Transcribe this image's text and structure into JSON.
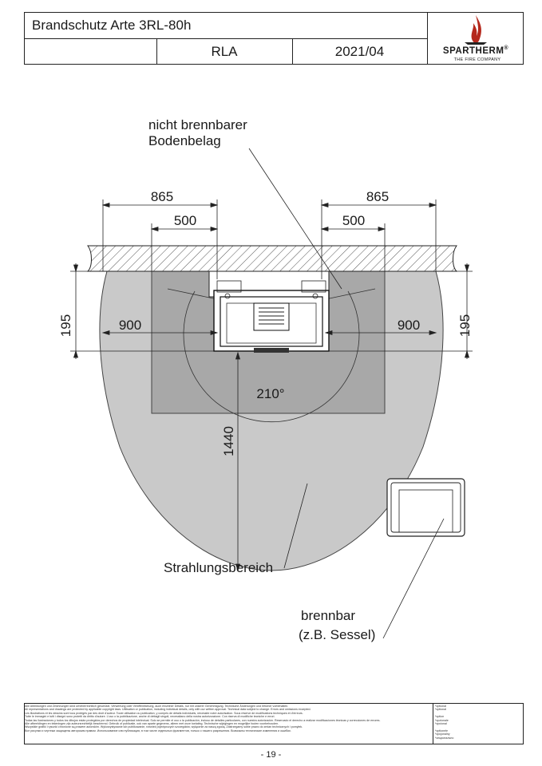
{
  "header": {
    "title": "Brandschutz Arte 3RL-80h",
    "model": "RLA",
    "date": "2021/04",
    "brand": "SPARTHERM",
    "brand_mark": "®",
    "tagline": "THE FIRE COMPANY",
    "colors": {
      "flame": "#b5281c",
      "frame": "#222222"
    }
  },
  "drawing": {
    "labels": {
      "floor_covering_line1": "nicht brennbarer",
      "floor_covering_line2": "Bodenbelag",
      "radiation_zone": "Strahlungsbereich",
      "combustible_line1": "brennbar",
      "combustible_line2": "(z.B. Sessel)",
      "angle": "210°"
    },
    "dimensions": {
      "left_outer": "865",
      "left_inner": "500",
      "right_outer": "865",
      "right_inner": "500",
      "left_side": "900",
      "right_side": "900",
      "left_depth": "195",
      "right_depth": "195",
      "front": "1440"
    },
    "colors": {
      "radiation": "#c9c9c9",
      "floor_plate": "#a8a8a8",
      "wall_hatch": "#555555"
    }
  },
  "footer": {
    "legal_lines": [
      "Alle Abbildungen und Zeichnungen sind urheberrechtlich geschützt. Verwertung oder Veröffentlichung, auch einzelner Details, nur mit unserer Genehmigung. Technische Änderungen und Irrtümer vorbehalten.",
      "All representations and drawings are protected by applicable copyright laws. Utilisation or publication, including individual details, only with our written approval. Technical data subject to change. Errors and omissions excepted.",
      "Les illustrations et les dessins sont tous protégés par des droit d'auteur. Toute utilisation ou publication, y compris de détails individuels, nécessite notre autorisation. Sous réserve de modifications techniques et d'erreurs.",
      "Tutte le immagini e tutti i disegni sono protetti da diritto d'autore. L'uso o la pubblicazione, anche di dettagli singoli, necessitano della nostra autorizzazione. Con riserva di modifiche tecniche e errori.",
      "Todas las ilustraciones y todos los dibujos están protegidos por derechos de propiedad intelectual. Solo se permite el uso o la publicación, incluso de detalles particulares, con nuestra autorización. Reservado el derecho a realizar modificaciones técnicas y correcciones de errores.",
      "Alle afbeeldingen en tekeningen zijn auteursrechtelijk beschermd. Gebruik of publicatie, ook van aparte gegevens, alleen met onze toelating. Technische wijzigingen en mogelijke fouten voorbehouden.",
      "Wszystkie grafiki i rysunki chronione są prawem autorskim. Wykorzystywanie lub publikowanie, również pojedynczych szczegółów, wyłącznie za naszą zgodą. Zastrzegamy sobie prawo do zmian technicznych i pomyłek.",
      "Все рисунки и чертежи защищены авторским правом. Использование или публикация, в том числе отдельных фрагментов, только с нашего разрешения. Возможны технические изменения и ошибки."
    ],
    "optional_lines": [
      "*optional",
      "*optional",
      "",
      "*option",
      "*opzionale",
      "*opcional",
      "",
      "*optionele",
      "*opcjonalny",
      "*опционально"
    ],
    "page": "- 19 -"
  }
}
